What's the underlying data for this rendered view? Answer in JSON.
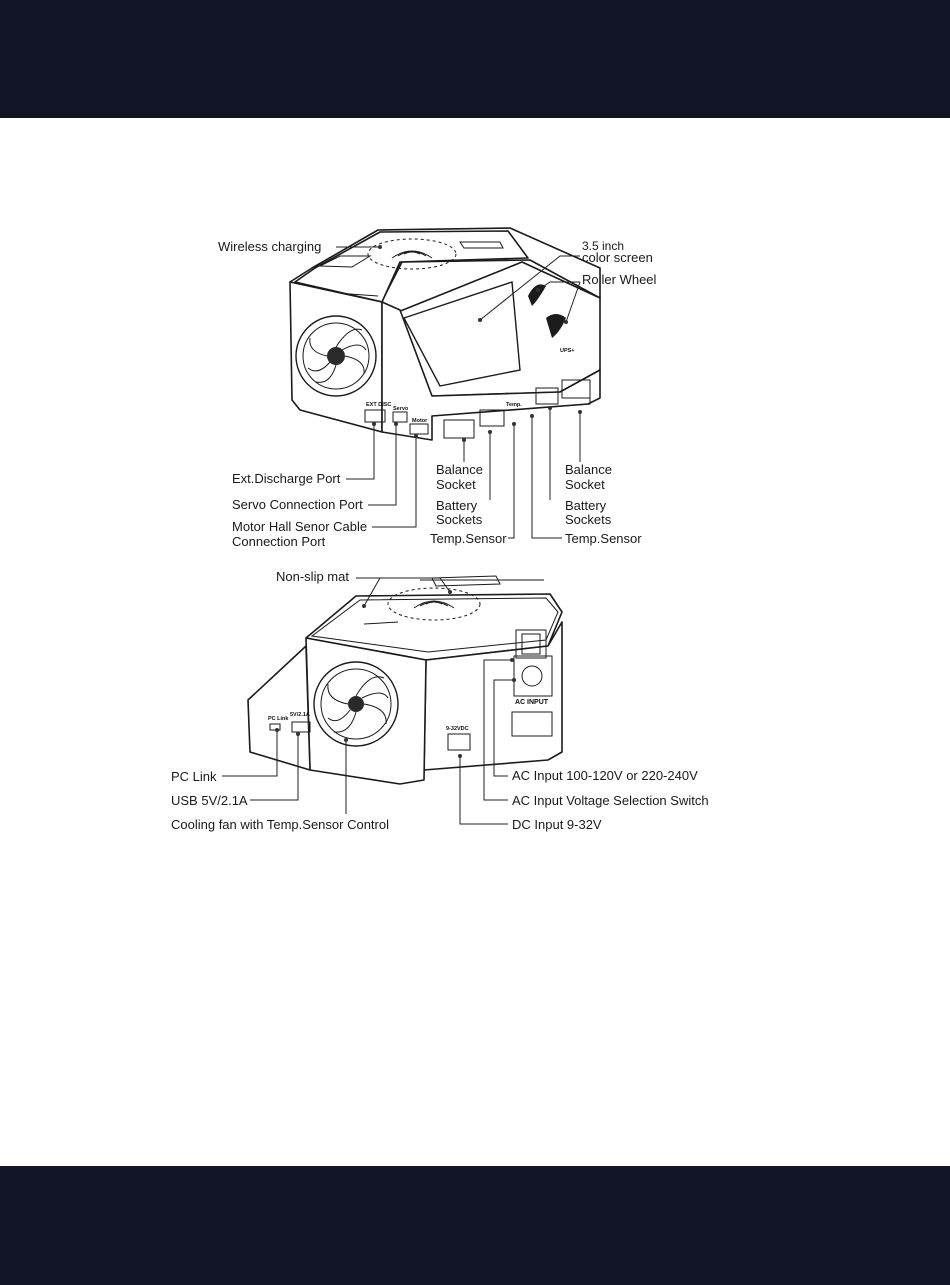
{
  "labels": {
    "wireless_charging": "Wireless charging",
    "screen_size": "3.5 inch",
    "color_screen": "color screen",
    "roller_wheel": "Roller Wheel",
    "ext_discharge_port": "Ext.Discharge Port",
    "servo_port": "Servo Connection Port",
    "motor_hall_1": "Motor Hall Senor Cable",
    "motor_hall_2": "Connection Port",
    "balance_left_1": "Balance",
    "balance_left_2": "Socket",
    "battery_left_1": "Battery",
    "battery_left_2": "Sockets",
    "temp_left": "Temp.Sensor",
    "balance_right_1": "Balance",
    "balance_right_2": "Socket",
    "battery_right_1": "Battery",
    "battery_right_2": "Sockets",
    "temp_right": "Temp.Sensor",
    "non_slip_mat": "Non-slip mat",
    "pc_link": "PC Link",
    "usb": "USB 5V/2.1A",
    "cooling_fan": "Cooling fan with Temp.Sensor Control",
    "ac_input": "AC Input 100-120V or 220-240V",
    "ac_switch": "AC Input Voltage Selection Switch",
    "dc_input": "DC Input 9-32V"
  },
  "device_markings": {
    "ext_disc": "EXT DISC",
    "servo": "Servo",
    "motor": "Motor",
    "temp": "Temp.",
    "ups": "UPS+",
    "pc_link": "PC Link",
    "usb": "5V/2.1A",
    "dc": "9-32VDC",
    "ac_input": "AC INPUT"
  },
  "colors": {
    "band": "#111525",
    "background": "#ffffff",
    "line": "#1b1b1b"
  }
}
